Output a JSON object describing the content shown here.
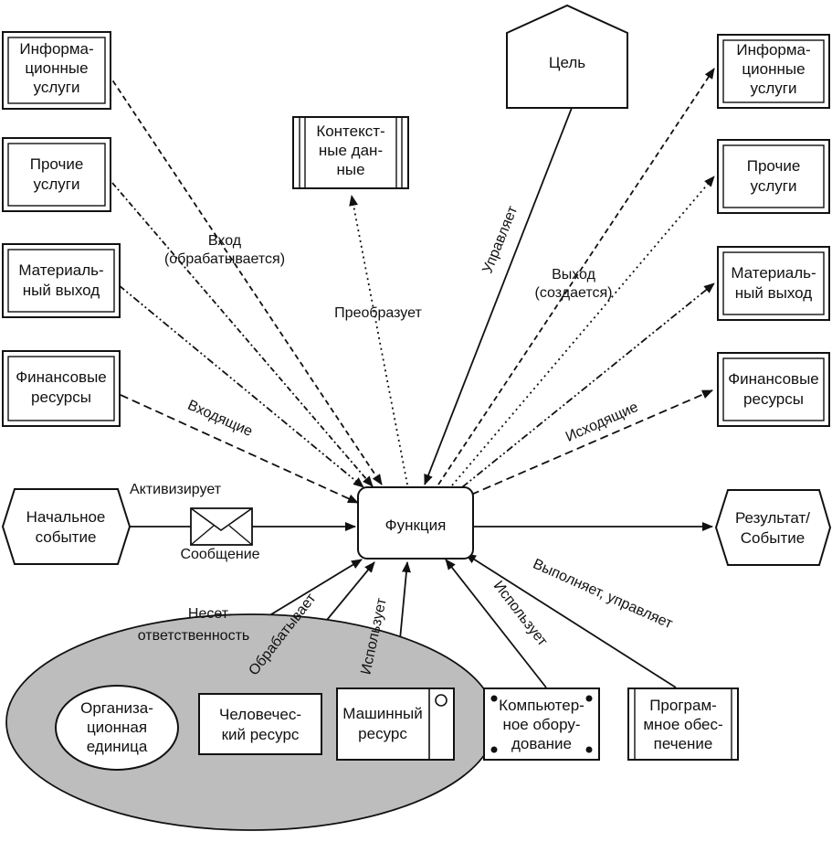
{
  "diagram": {
    "left_inputs": {
      "info_services": [
        "Информа-",
        "ционные",
        "услуги"
      ],
      "other_services": [
        "Прочие",
        "услуги"
      ],
      "material_output": [
        "Материаль-",
        "ный выход"
      ],
      "financial_resources": [
        "Финансовые",
        "ресурсы"
      ]
    },
    "right_outputs": {
      "info_services": [
        "Информа-",
        "ционные",
        "услуги"
      ],
      "other_services": [
        "Прочие",
        "услуги"
      ],
      "material_output": [
        "Материаль-",
        "ный выход"
      ],
      "financial_resources": [
        "Финансовые",
        "ресурсы"
      ]
    },
    "context_data": [
      "Контекст-",
      "ные дан-",
      "ные"
    ],
    "goal": "Цель",
    "function": "Функция",
    "start_event": [
      "Начальное",
      "событие"
    ],
    "result_event": [
      "Результат/",
      "Событие"
    ],
    "org_unit": [
      "Организа-",
      "ционная",
      "единица"
    ],
    "human_resource": [
      "Человечес-",
      "кий ресурс"
    ],
    "machine_resource": [
      "Машинный",
      "ресурс"
    ],
    "computer_hardware": [
      "Компьютер-",
      "ное обору-",
      "дование"
    ],
    "software": [
      "Програм-",
      "мное обес-",
      "печение"
    ],
    "labels": {
      "input": [
        "Вход",
        "(обрабатывается)"
      ],
      "transforms": "Преобразует",
      "controls": "Управляет",
      "output": [
        "Выход",
        "(создается)"
      ],
      "incoming": "Входящие",
      "outgoing": "Исходящие",
      "activates": "Активизирует",
      "message": "Сообщение",
      "responsible": [
        "Несет",
        "ответственность"
      ],
      "processes": "Обрабатывает",
      "uses_machine": "Использует",
      "uses_computer": "Использует",
      "executes_controls": "Выполняет, управляет"
    }
  }
}
